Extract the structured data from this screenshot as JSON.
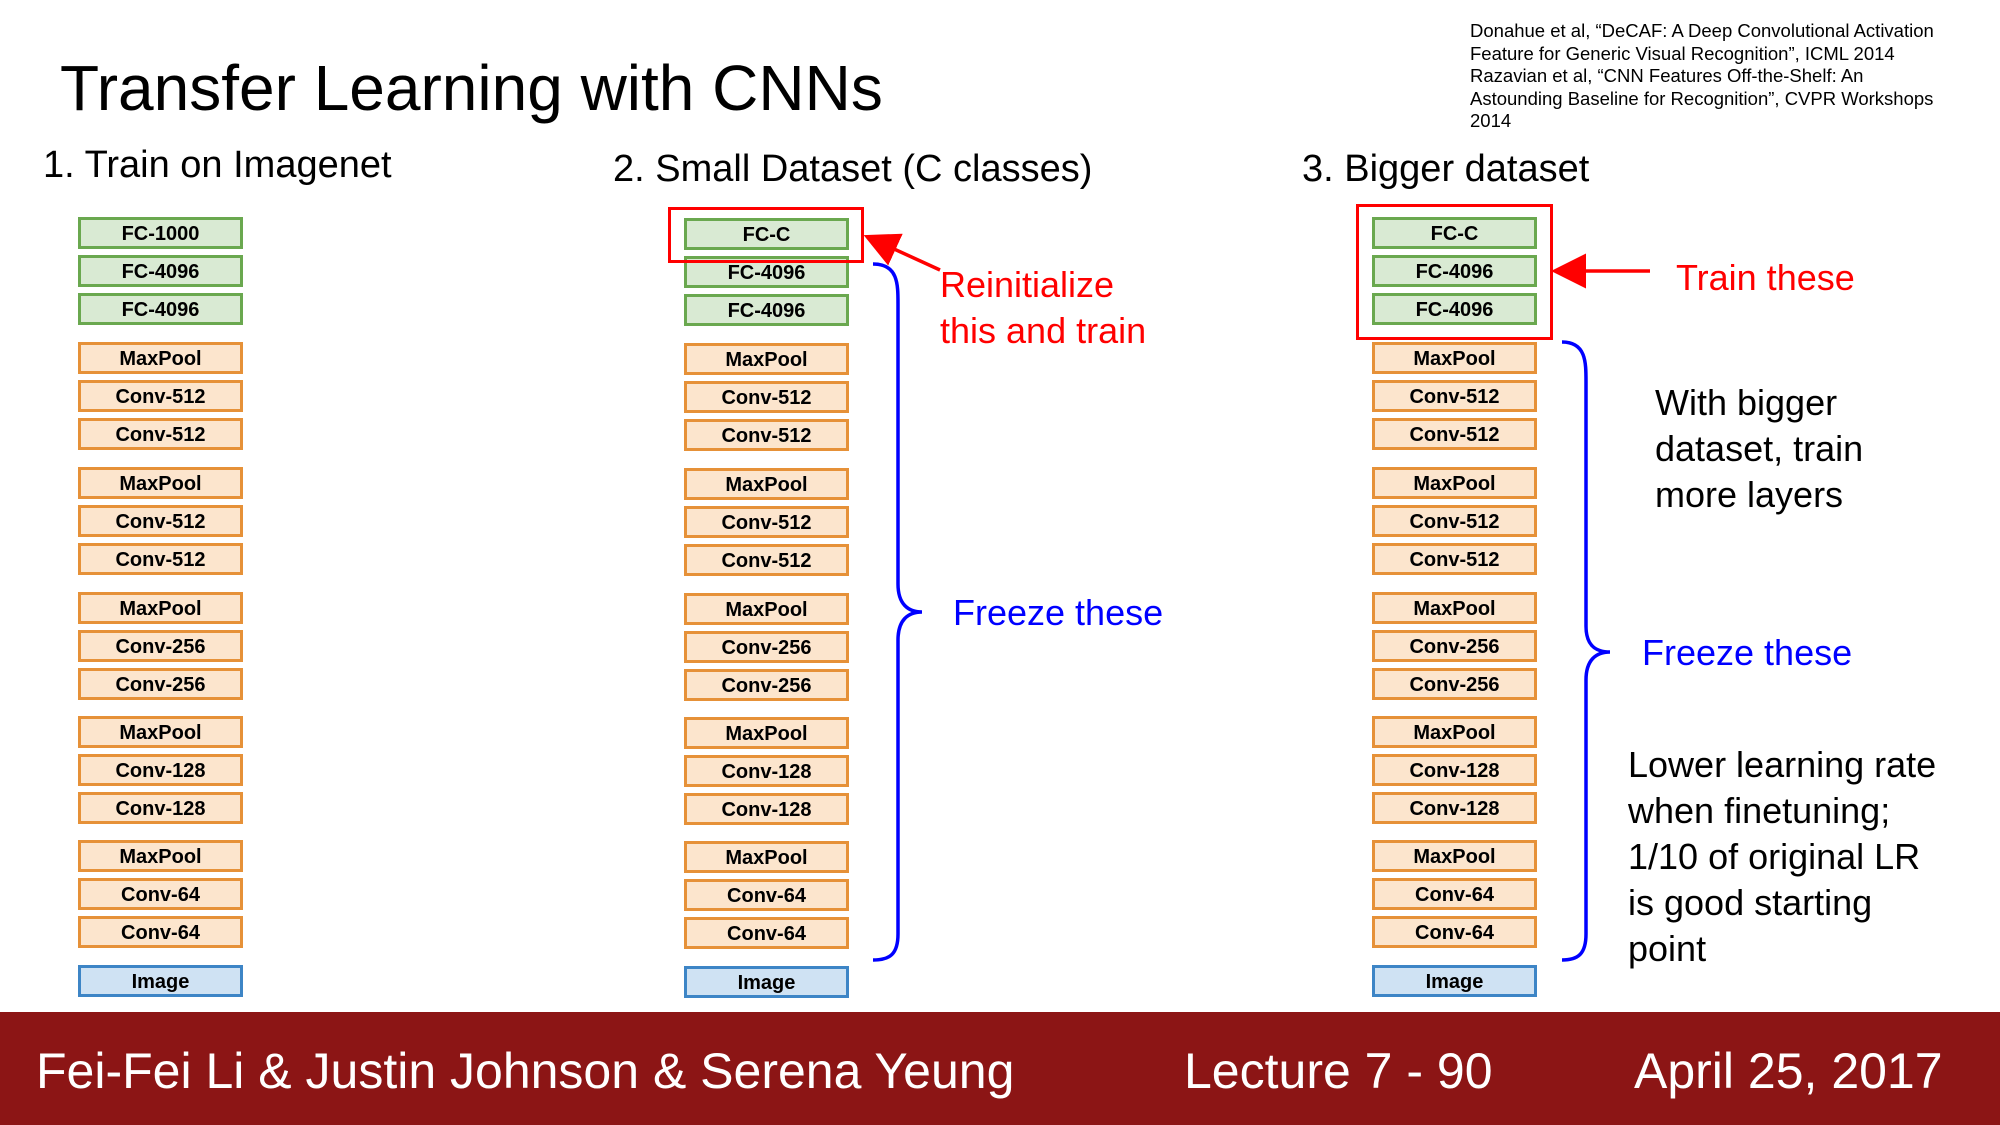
{
  "title": "Transfer Learning with CNNs",
  "citation": [
    "Donahue et al, “DeCAF: A Deep Convolutional Activation",
    "Feature for Generic Visual Recognition”, ICML 2014",
    "Razavian et al, “CNN Features Off-the-Shelf: An",
    "Astounding Baseline for Recognition”, CVPR Workshops",
    "2014"
  ],
  "columns": [
    {
      "title": "1. Train on Imagenet",
      "layers": [
        "FC-1000",
        "FC-4096",
        "FC-4096",
        "MaxPool",
        "Conv-512",
        "Conv-512",
        "MaxPool",
        "Conv-512",
        "Conv-512",
        "MaxPool",
        "Conv-256",
        "Conv-256",
        "MaxPool",
        "Conv-128",
        "Conv-128",
        "MaxPool",
        "Conv-64",
        "Conv-64",
        "Image"
      ]
    },
    {
      "title": "2. Small Dataset (C classes)",
      "layers": [
        "FC-C",
        "FC-4096",
        "FC-4096",
        "MaxPool",
        "Conv-512",
        "Conv-512",
        "MaxPool",
        "Conv-512",
        "Conv-512",
        "MaxPool",
        "Conv-256",
        "Conv-256",
        "MaxPool",
        "Conv-128",
        "Conv-128",
        "MaxPool",
        "Conv-64",
        "Conv-64",
        "Image"
      ]
    },
    {
      "title": "3. Bigger dataset",
      "layers": [
        "FC-C",
        "FC-4096",
        "FC-4096",
        "MaxPool",
        "Conv-512",
        "Conv-512",
        "MaxPool",
        "Conv-512",
        "Conv-512",
        "MaxPool",
        "Conv-256",
        "Conv-256",
        "MaxPool",
        "Conv-128",
        "Conv-128",
        "MaxPool",
        "Conv-64",
        "Conv-64",
        "Image"
      ]
    }
  ],
  "annotations": {
    "reinit_line1": "Reinitialize",
    "reinit_line2": "this and train",
    "freeze_small": "Freeze these",
    "train_these": "Train these",
    "bigger_line1": "With bigger",
    "bigger_line2": "dataset, train",
    "bigger_line3": "more layers",
    "freeze_big": "Freeze these",
    "lr_line1": "Lower learning rate",
    "lr_line2": "when finetuning;",
    "lr_line3": "1/10 of original LR",
    "lr_line4": "is good starting",
    "lr_line5": "point"
  },
  "footer": {
    "authors": "Fei-Fei Li & Justin Johnson & Serena Yeung",
    "lecture": "Lecture 7 - 90",
    "date": "April 25, 2017"
  },
  "colors": {
    "fc_fill": "#d9ead3",
    "fc_border": "#6aa84f",
    "conv_fill": "#fce5cd",
    "conv_border": "#e69138",
    "image_fill": "#cfe2f3",
    "image_border": "#3d85c6",
    "highlight": "#ff0000",
    "freeze": "#0000ff",
    "footer_bg": "#8c1515"
  }
}
